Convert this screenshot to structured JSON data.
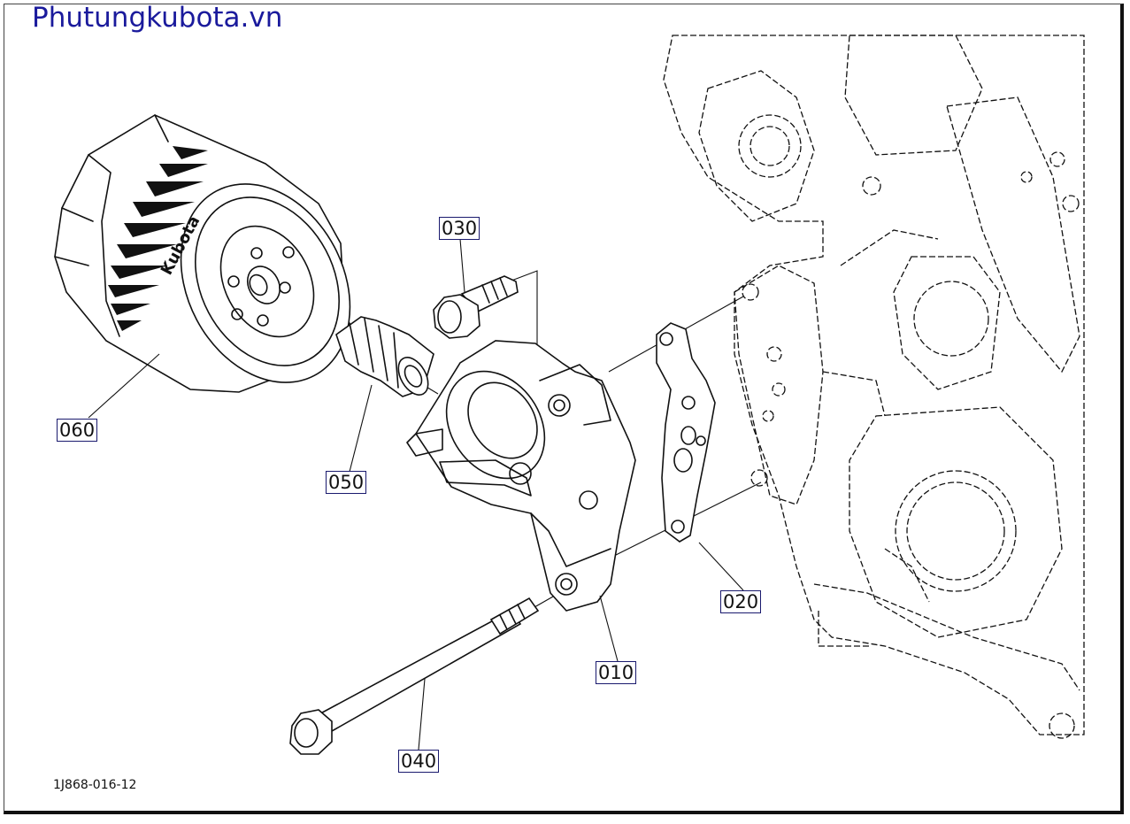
{
  "watermark": "Phutungkubota.vn",
  "drawing_code": "1J868-016-12",
  "parts": [
    {
      "id": "010"
    },
    {
      "id": "020"
    },
    {
      "id": "030"
    },
    {
      "id": "040"
    },
    {
      "id": "050"
    },
    {
      "id": "060"
    }
  ],
  "brand_mark": "Kubota",
  "colors": {
    "watermark": "#1a1a9c",
    "line": "#111111",
    "background": "#ffffff"
  }
}
